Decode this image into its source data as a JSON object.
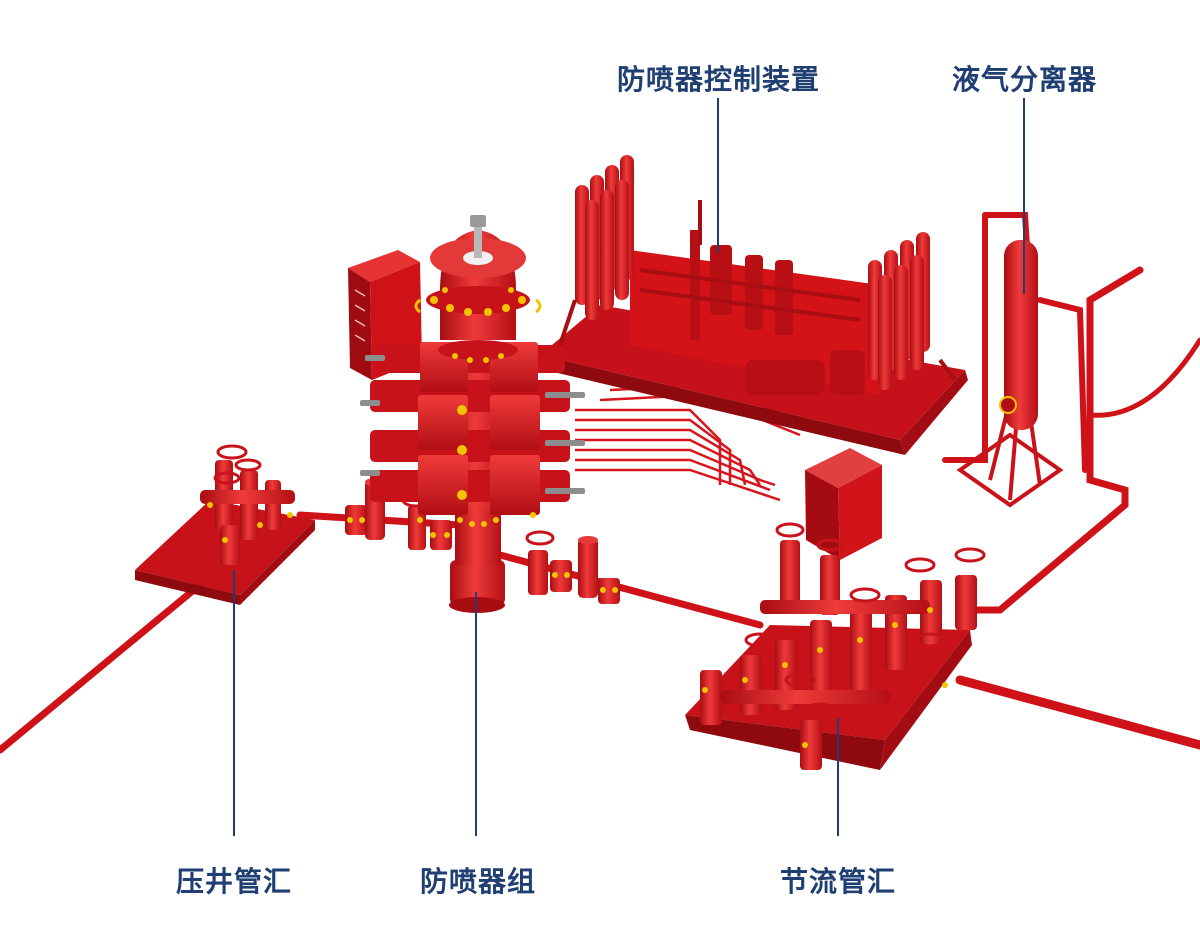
{
  "labels": {
    "bop_control": "防喷器控制装置",
    "separator": "液气分离器",
    "kill_manifold": "压井管汇",
    "bop_stack": "防喷器组",
    "choke_manifold": "节流管汇"
  },
  "colors": {
    "equipment_red": "#d8151c",
    "equipment_dark": "#a80d12",
    "equipment_light": "#ef3b3a",
    "bolt_yellow": "#f2c400",
    "label_blue": "#1f3f73",
    "background": "#ffffff"
  }
}
